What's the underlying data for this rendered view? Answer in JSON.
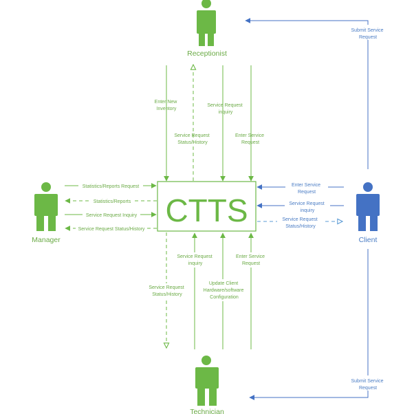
{
  "system": {
    "name": "CTTS"
  },
  "actors": {
    "receptionist": "Receptionist",
    "manager": "Manager",
    "client": "Client",
    "technician": "Technician"
  },
  "flows": {
    "enter_new_inventory": [
      "Enter New",
      "Inventory"
    ],
    "srq_status_history_rec": [
      "Service Request",
      "Status/History"
    ],
    "srq_inquiry_rec": [
      "Service Request",
      "inquiry"
    ],
    "enter_sr_rec": [
      "Enter Service",
      "Request"
    ],
    "submit_sr_top": [
      "Submit Service",
      "Request"
    ],
    "stats_request": "Statistics/Reports Request",
    "stats_reports": "Statistics/Reports",
    "srq_inquiry_mgr": "Service Request Inquiry",
    "srq_status_mgr": "Service Request Status/History",
    "enter_sr_client": [
      "Enter Service",
      "Request"
    ],
    "srq_inquiry_client": [
      "Service Request",
      "inquiry"
    ],
    "srq_status_client": [
      "Service Request",
      "Status/History"
    ],
    "srq_inquiry_tech": [
      "Service Request",
      "inquiry"
    ],
    "enter_sr_tech": [
      "Enter Service",
      "Request"
    ],
    "srq_status_tech": [
      "Service Request",
      "Status/History"
    ],
    "update_client": [
      "Update Client",
      "Hardware/software",
      "Configuration"
    ],
    "submit_sr_bottom": [
      "Submit Service",
      "Request"
    ]
  },
  "colors": {
    "green": "#6cb846",
    "blue": "#4472c4",
    "label_green": "#6aaa45",
    "label_blue": "#4a7cc4"
  }
}
